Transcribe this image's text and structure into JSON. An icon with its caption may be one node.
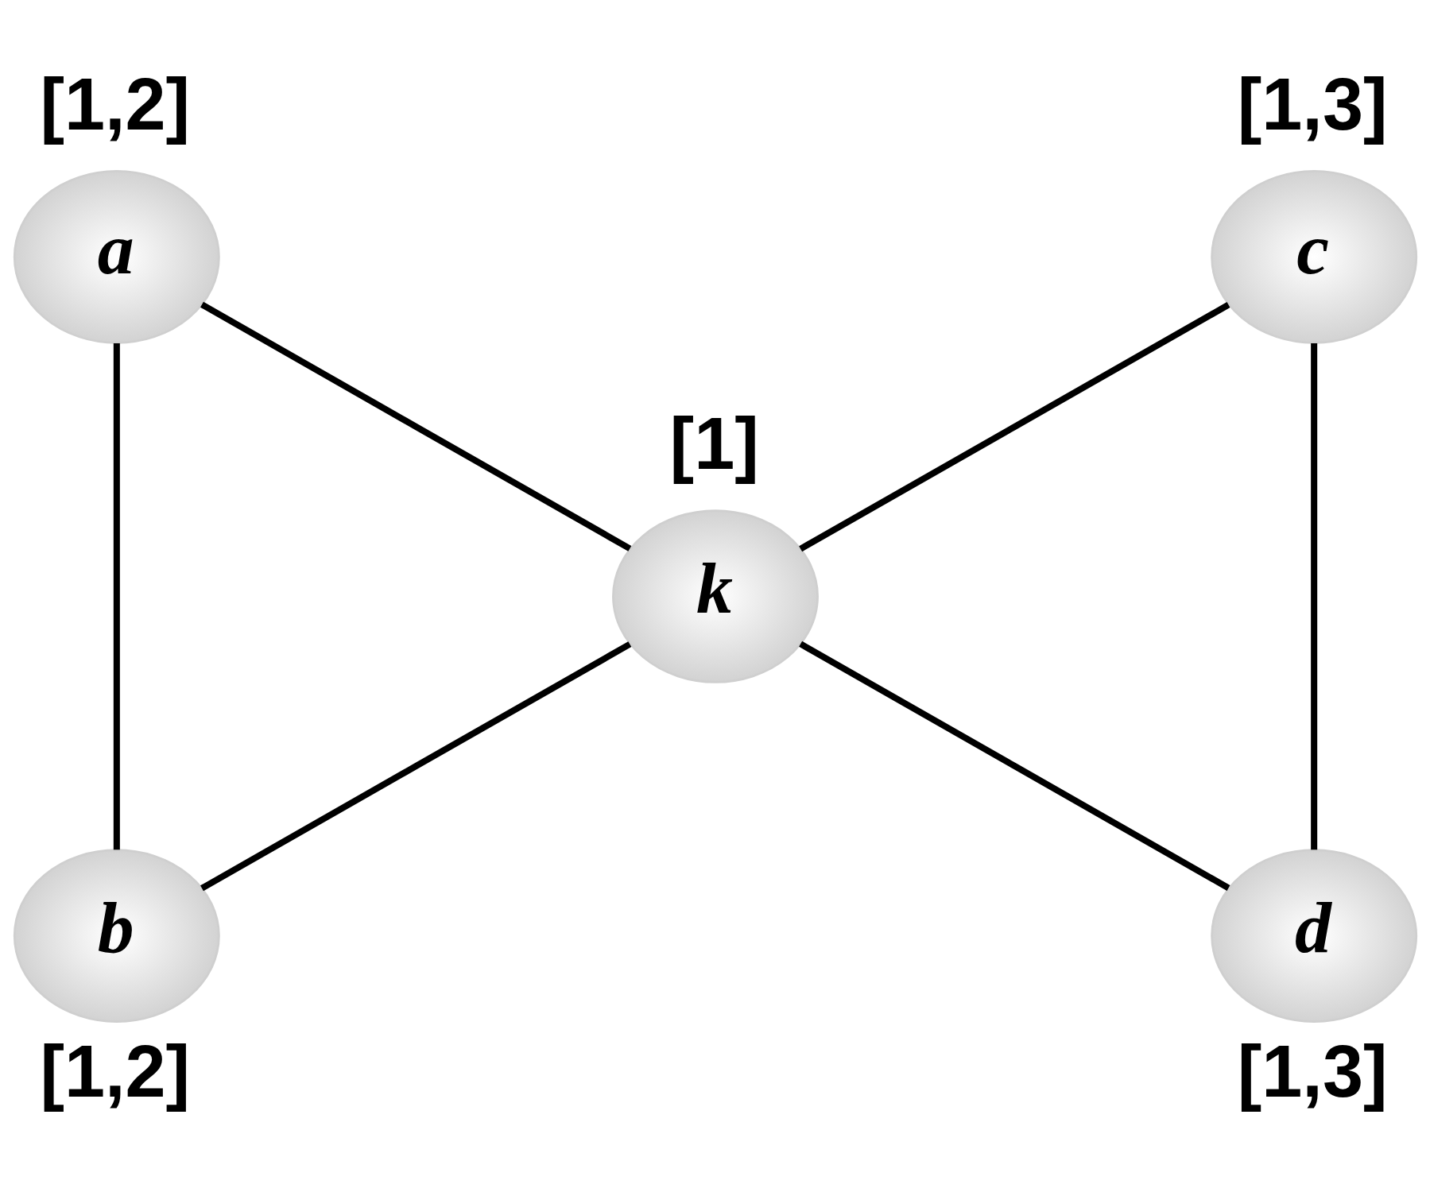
{
  "diagram": {
    "nodes": [
      {
        "text": [
          "a"
        ],
        "beside": [
          "[1,2]"
        ]
      },
      {
        "text": [
          "c"
        ],
        "beside": [
          "[1,3]"
        ]
      },
      {
        "text": [
          "k"
        ],
        "beside": [
          "[1]"
        ]
      },
      {
        "text": [
          "b"
        ],
        "beside": [
          "[1,2]"
        ]
      },
      {
        "text": [
          "d"
        ],
        "beside": [
          "[1,3]"
        ]
      }
    ],
    "edges": [
      {
        "from": 0,
        "to": 2,
        "arrow": "none"
      },
      {
        "from": 0,
        "to": 3,
        "arrow": "none"
      },
      {
        "from": 2,
        "to": 1,
        "arrow": "none"
      },
      {
        "from": 1,
        "to": 4,
        "arrow": "none"
      },
      {
        "from": 3,
        "to": 2,
        "arrow": "none"
      },
      {
        "from": 2,
        "to": 4,
        "arrow": "none"
      }
    ]
  }
}
